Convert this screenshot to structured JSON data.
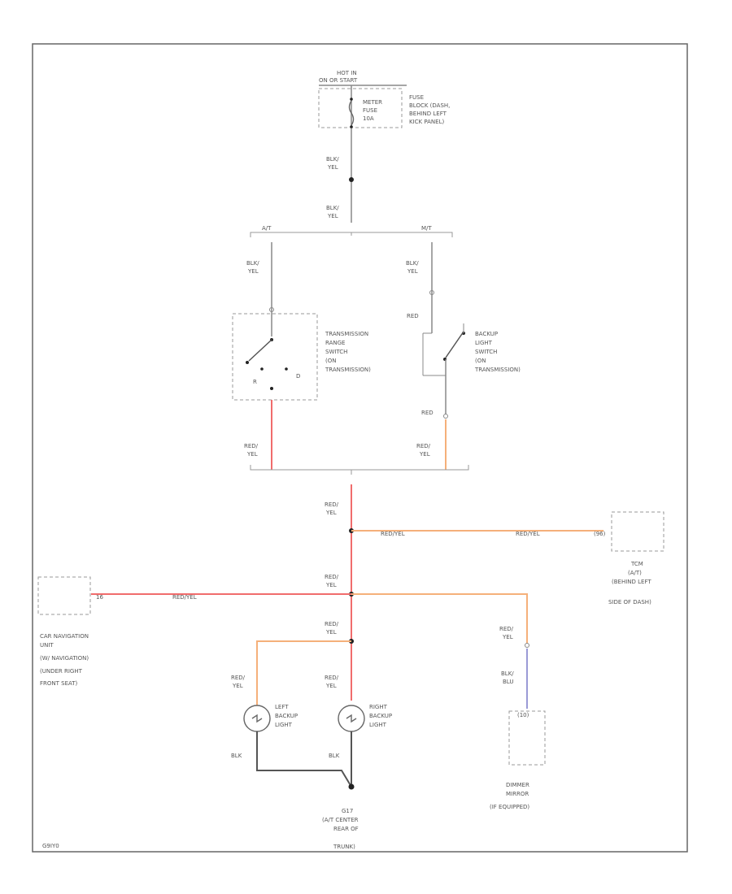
{
  "colors": {
    "red_yel": "#f06c6c",
    "orange": "#f5b07a",
    "blue_wire": "#9a9ad6",
    "black_wire": "#555555",
    "gray_wire": "#888888",
    "border": "#666666"
  },
  "power": {
    "hot": "HOT IN",
    "hot2": "ON OR START"
  },
  "fuse": {
    "l1": "METER",
    "l2": "FUSE",
    "l3": "10A"
  },
  "fuse_block": {
    "l1": "FUSE",
    "l2": "BLOCK (DASH,",
    "l3": "BEHIND LEFT",
    "l4": "KICK PANEL)"
  },
  "wires": {
    "w1a": "BLK/",
    "w1b": "YEL",
    "w2a": "BLK/",
    "w2b": "YEL",
    "at": "A/T",
    "mt": "M/T",
    "w3a": "BLK/",
    "w3b": "YEL",
    "w4a": "BLK/",
    "w4b": "YEL",
    "red_mt": "RED",
    "red_mt2": "RED",
    "w5a": "RED/",
    "w5b": "YEL",
    "w6a": "RED/",
    "w6b": "YEL",
    "w7a": "RED/",
    "w7b": "YEL",
    "tcm_h1": "RED/YEL",
    "tcm_h2": "RED/YEL",
    "w8a": "RED/",
    "w8b": "YEL",
    "nav_h": "RED/YEL",
    "w9a": "RED/",
    "w9b": "YEL",
    "w10a": "RED/",
    "w10b": "YEL",
    "w11a": "RED/",
    "w11b": "YEL",
    "w12a": "RED/",
    "w12b": "YEL",
    "w13a": "BLK/",
    "w13b": "BLU",
    "blk_left": "BLK",
    "blk_right": "BLK"
  },
  "trs": {
    "l1": "TRANSMISSION",
    "l2": "RANGE",
    "l3": "SWITCH",
    "l4": "(ON",
    "l5": "TRANSMISSION)",
    "r": "R",
    "d": "D"
  },
  "backup_switch": {
    "l1": "BACKUP",
    "l2": "LIGHT",
    "l3": "SWITCH",
    "l4": "(ON",
    "l5": "TRANSMISSION)"
  },
  "tcm": {
    "pin": "(96)",
    "l1": "TCM",
    "l2": "(A/T)",
    "l3": "(BEHIND LEFT",
    "l4": "SIDE OF DASH)"
  },
  "nav": {
    "pin": "16",
    "l1": "CAR NAVIGATION",
    "l2": "UNIT",
    "l3": "(W/ NAVIGATION)",
    "l4": "(UNDER RIGHT",
    "l5": "FRONT SEAT)"
  },
  "left_light": {
    "l1": "LEFT",
    "l2": "BACKUP",
    "l3": "LIGHT"
  },
  "right_light": {
    "l1": "RIGHT",
    "l2": "BACKUP",
    "l3": "LIGHT"
  },
  "mirror": {
    "pin": "(10)",
    "l1": "DIMMER",
    "l2": "MIRROR",
    "l3": "(IF EQUIPPED)"
  },
  "ground": {
    "l1": "G17",
    "l2": "(A/T CENTER",
    "l3": "REAR OF",
    "l4": "TRUNK)"
  },
  "footer": {
    "code": "G9IY0"
  }
}
